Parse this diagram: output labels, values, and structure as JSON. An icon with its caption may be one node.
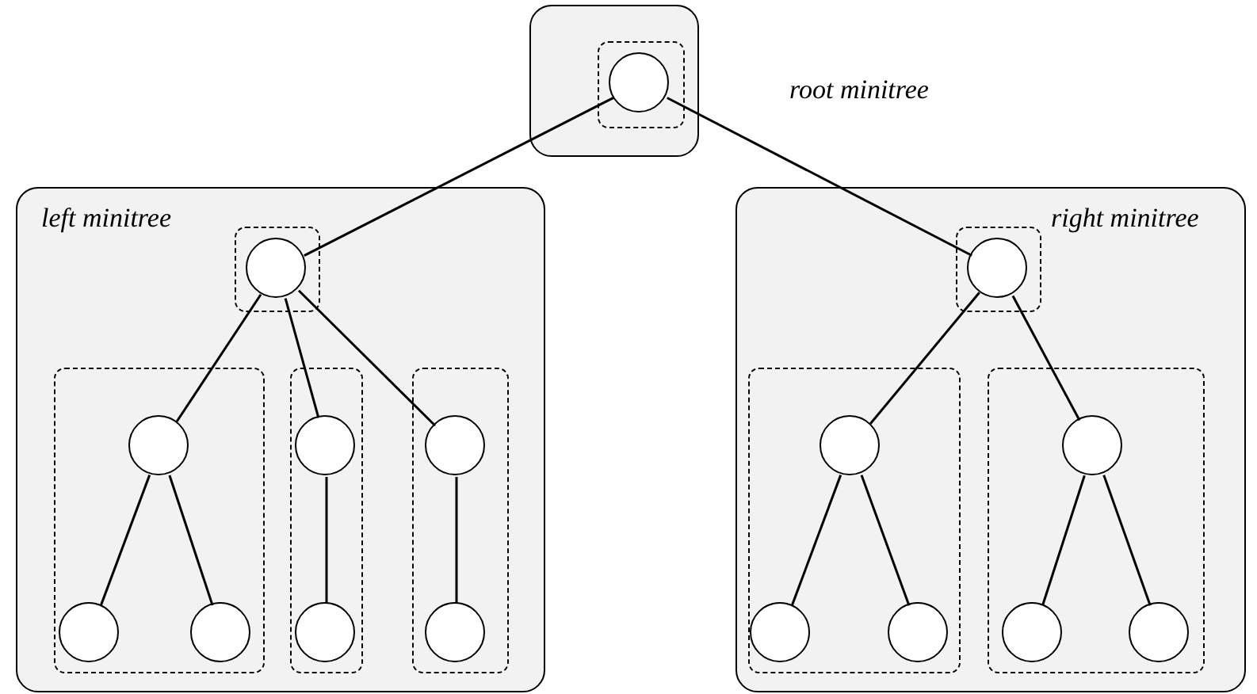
{
  "diagram": {
    "nodes": [
      {
        "text": [
          "root minitree"
        ]
      },
      {
        "text": [],
        "shape": "box",
        "in": 0
      },
      {
        "text": [],
        "shape": "circle",
        "in": 1
      },
      {
        "text": [
          "left minitree"
        ]
      },
      {
        "text": [],
        "shape": "box",
        "in": 3
      },
      {
        "text": [],
        "shape": "circle",
        "in": 4
      },
      {
        "text": [],
        "shape": "box",
        "in": 3
      },
      {
        "text": [],
        "shape": "circle",
        "in": 6
      },
      {
        "text": [],
        "shape": "circle",
        "in": 6
      },
      {
        "text": [],
        "shape": "circle",
        "in": 6
      },
      {
        "text": [],
        "shape": "box",
        "in": 3
      },
      {
        "text": [],
        "shape": "circle",
        "in": 10
      },
      {
        "text": [],
        "shape": "circle",
        "in": 10
      },
      {
        "text": [],
        "shape": "box",
        "in": 3
      },
      {
        "text": [],
        "shape": "circle",
        "in": 13
      },
      {
        "text": [],
        "shape": "circle",
        "in": 13
      },
      {
        "text": [
          "right minitree"
        ]
      },
      {
        "text": [],
        "shape": "box",
        "in": 16
      },
      {
        "text": [],
        "shape": "circle",
        "in": 17
      },
      {
        "text": [],
        "shape": "box",
        "in": 16
      },
      {
        "text": [],
        "shape": "circle",
        "in": 19
      },
      {
        "text": [],
        "shape": "circle",
        "in": 19
      },
      {
        "text": [],
        "shape": "circle",
        "in": 19
      },
      {
        "text": [],
        "shape": "box",
        "in": 16
      },
      {
        "text": [],
        "shape": "circle",
        "in": 23
      },
      {
        "text": [],
        "shape": "circle",
        "in": 23
      },
      {
        "text": [],
        "shape": "circle",
        "in": 23
      }
    ],
    "edges": [
      {
        "from": 2,
        "to": 5,
        "arrow": "none"
      },
      {
        "from": 2,
        "to": 18,
        "arrow": "none"
      },
      {
        "from": 5,
        "to": 7,
        "arrow": "none"
      },
      {
        "from": 5,
        "to": 11,
        "arrow": "none"
      },
      {
        "from": 5,
        "to": 14,
        "arrow": "none"
      },
      {
        "from": 7,
        "to": 8,
        "arrow": "none"
      },
      {
        "from": 7,
        "to": 9,
        "arrow": "none"
      },
      {
        "from": 11,
        "to": 12,
        "arrow": "none"
      },
      {
        "from": 14,
        "to": 15,
        "arrow": "none"
      },
      {
        "from": 18,
        "to": 20,
        "arrow": "none"
      },
      {
        "from": 18,
        "to": 24,
        "arrow": "none"
      },
      {
        "from": 20,
        "to": 21,
        "arrow": "none"
      },
      {
        "from": 20,
        "to": 22,
        "arrow": "none"
      },
      {
        "from": 24,
        "to": 25,
        "arrow": "none"
      },
      {
        "from": 24,
        "to": 26,
        "arrow": "none"
      }
    ]
  }
}
